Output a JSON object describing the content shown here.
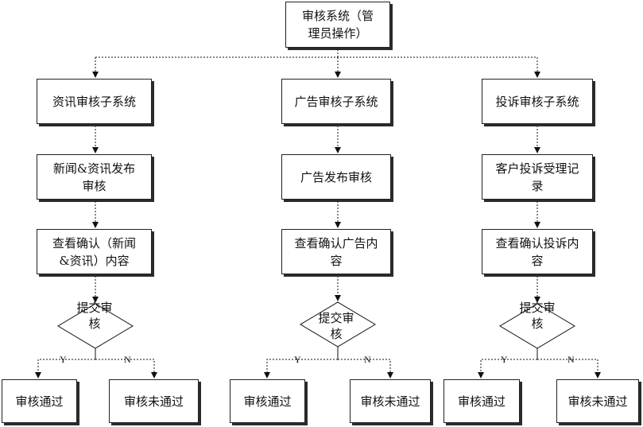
{
  "root": {
    "line1": "审核系统（管",
    "line2": "理员操作）"
  },
  "columns": [
    {
      "subsystem": "资讯审核子系统",
      "publish": {
        "line1": "新闻&资讯发布",
        "line2": "审核"
      },
      "confirm": {
        "line1": "查看确认（新闻",
        "line2": "&资讯）内容"
      },
      "decision": {
        "line1": "提交审",
        "line2": "核"
      },
      "yes_label": "Y",
      "no_label": "N",
      "pass": "审核通过",
      "fail": "审核未通过"
    },
    {
      "subsystem": "广告审核子系统",
      "publish": {
        "line1": "广告发布审核",
        "line2": ""
      },
      "confirm": {
        "line1": "查看确认广告内",
        "line2": "容"
      },
      "decision": {
        "line1": "提交审",
        "line2": "核"
      },
      "yes_label": "Y",
      "no_label": "N",
      "pass": "审核通过",
      "fail": "审核未通过"
    },
    {
      "subsystem": "投诉审核子系统",
      "publish": {
        "line1": "客户投诉受理记",
        "line2": "录"
      },
      "confirm": {
        "line1": "查看确认投诉内",
        "line2": "容"
      },
      "decision": {
        "line1": "提交审",
        "line2": "核"
      },
      "yes_label": "Y",
      "no_label": "N",
      "pass": "审核通过",
      "fail": "审核未通过"
    }
  ]
}
